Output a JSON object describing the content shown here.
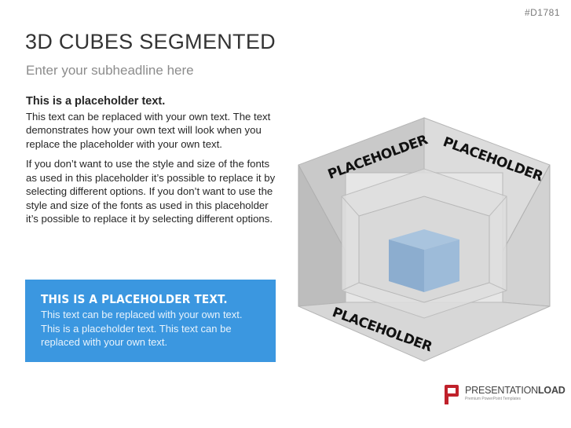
{
  "slide_id": "#D1781",
  "title": "3D CUBES SEGMENTED",
  "subtitle": "Enter your subheadline here",
  "body": {
    "heading": "This is a placeholder text.",
    "paragraph1": "This text can be replaced with your own text. The text demonstrates how your own text will look when you replace the placeholder with your own text.",
    "paragraph2": "If you don’t want to use the style and size of the fonts as used in this placeholder it’s possible to replace it by selecting different options. If you don’t want to use the style and size of the fonts as used in this placeholder it’s possible to replace it by selecting different options."
  },
  "blue_box": {
    "title": "THIS IS A PLACEHOLDER TEXT.",
    "text": "This text can be replaced with your own text. This is a placeholder text. This text can be replaced with your own text.",
    "color": "#3b97e0"
  },
  "cube": {
    "label_left": "PLACEHOLDER",
    "label_right": "PLACEHOLDER",
    "label_bottom": "PLACEHOLDER",
    "inner_color": "#8fb3d6"
  },
  "logo": {
    "name_part1": "PRESENTATION",
    "name_part2": "LOAD",
    "tagline": "Premium PowerPoint Templates",
    "brand_color": "#c0212b"
  }
}
